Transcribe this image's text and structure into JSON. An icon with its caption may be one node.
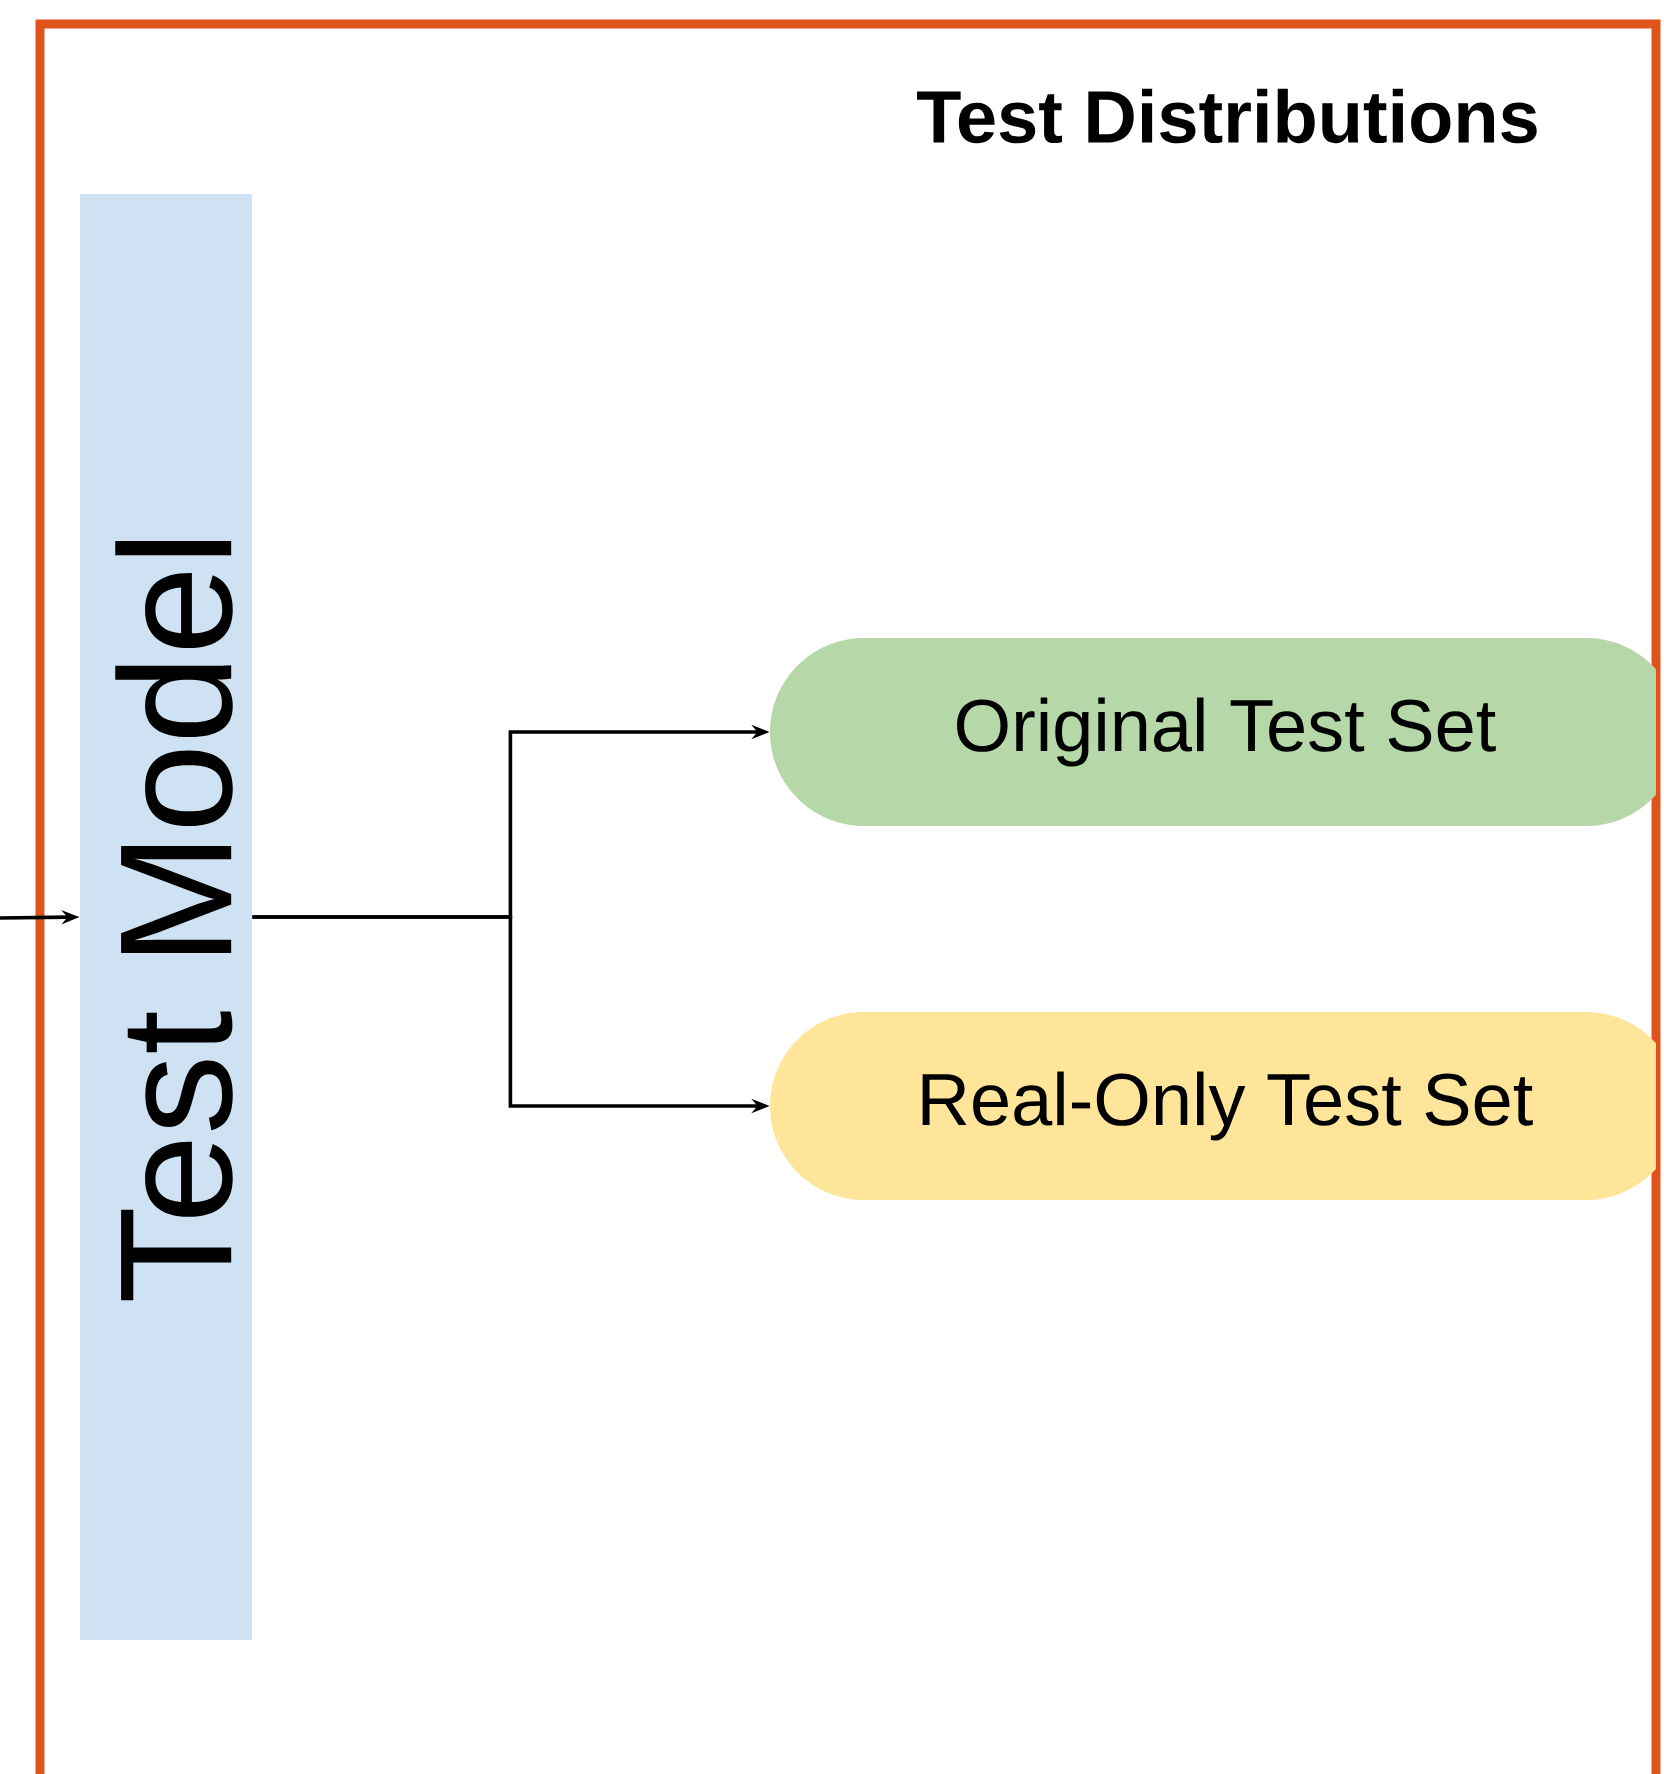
{
  "diagram": {
    "nodes": [
      {
        "text": [
          "Test Distributions"
        ]
      },
      {
        "text": [
          "Test Model"
        ],
        "in": 0
      },
      {
        "text": [
          "Original Test Set"
        ],
        "in": 0
      },
      {
        "text": [
          "Real-Only Test Set"
        ],
        "in": 0
      }
    ],
    "edges": [
      {
        "from": null,
        "to": 1,
        "arrow": "to"
      },
      {
        "from": 1,
        "to": 2,
        "arrow": "to"
      },
      {
        "from": 1,
        "to": 3,
        "arrow": "to"
      }
    ]
  }
}
